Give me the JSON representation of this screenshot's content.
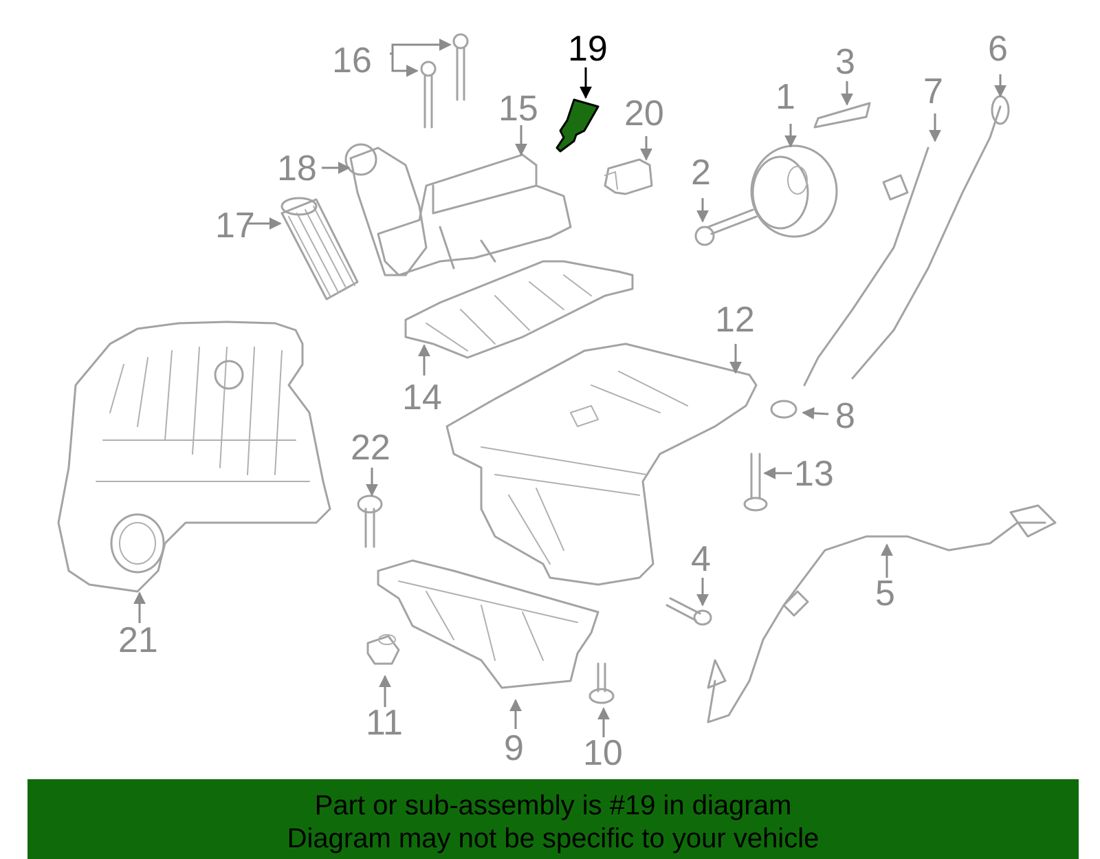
{
  "diagram": {
    "highlight_color": "#1b6e10",
    "callouts": [
      {
        "id": "1",
        "label": "1"
      },
      {
        "id": "2",
        "label": "2"
      },
      {
        "id": "3",
        "label": "3"
      },
      {
        "id": "4",
        "label": "4"
      },
      {
        "id": "5",
        "label": "5"
      },
      {
        "id": "6",
        "label": "6"
      },
      {
        "id": "7",
        "label": "7"
      },
      {
        "id": "8",
        "label": "8"
      },
      {
        "id": "9",
        "label": "9"
      },
      {
        "id": "10",
        "label": "10"
      },
      {
        "id": "11",
        "label": "11"
      },
      {
        "id": "12",
        "label": "12"
      },
      {
        "id": "13",
        "label": "13"
      },
      {
        "id": "14",
        "label": "14"
      },
      {
        "id": "15",
        "label": "15"
      },
      {
        "id": "16",
        "label": "16"
      },
      {
        "id": "17",
        "label": "17"
      },
      {
        "id": "18",
        "label": "18"
      },
      {
        "id": "19",
        "label": "19",
        "highlighted": true
      },
      {
        "id": "20",
        "label": "20"
      },
      {
        "id": "21",
        "label": "21"
      },
      {
        "id": "22",
        "label": "22"
      }
    ]
  },
  "banner": {
    "background_color": "#0f6b0a",
    "line1": "Part or sub-assembly is #19 in diagram",
    "line2": "Diagram may not be specific to your vehicle"
  }
}
